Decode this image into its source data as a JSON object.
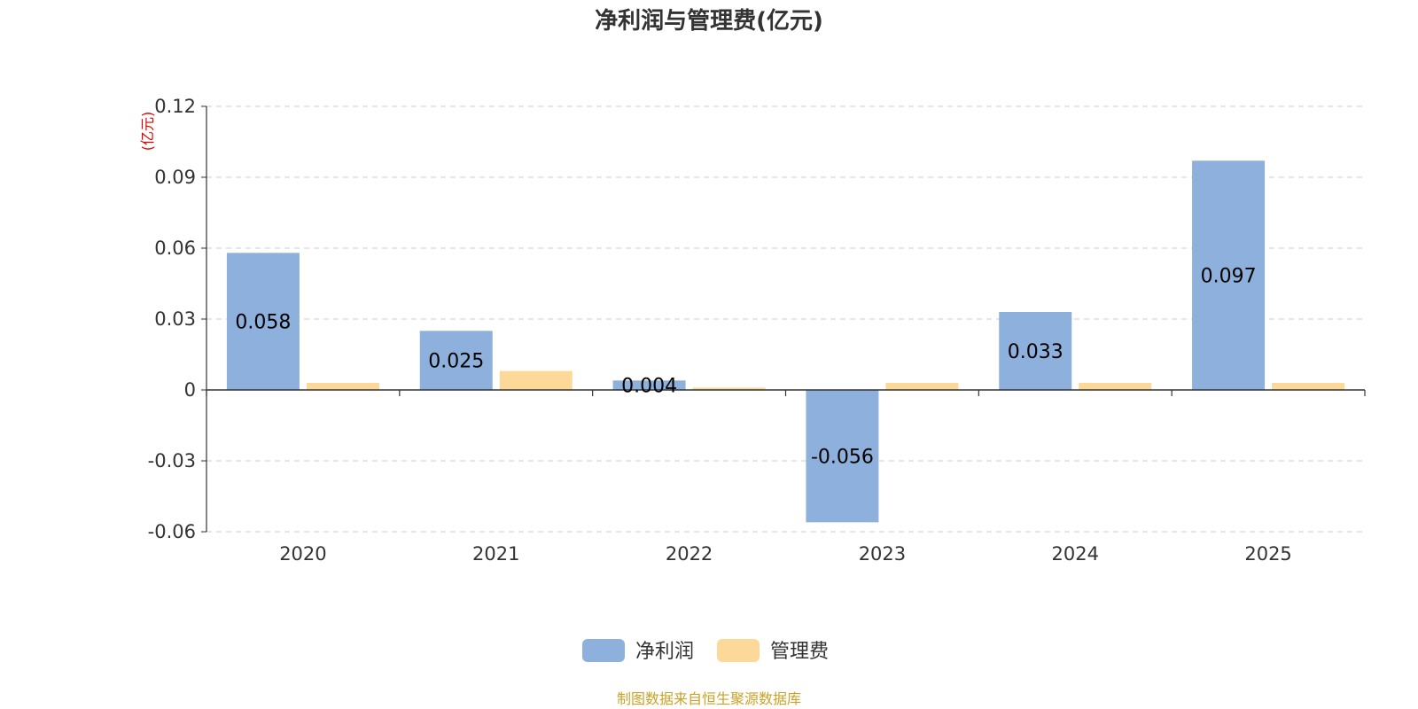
{
  "chart_data": {
    "type": "bar",
    "title": "净利润与管理费(亿元)",
    "unit_label": "(亿元)",
    "categories": [
      "2020",
      "2021",
      "2022",
      "2023",
      "2024",
      "2025"
    ],
    "series": [
      {
        "name": "净利润",
        "values": [
          0.058,
          0.025,
          0.004,
          -0.056,
          0.033,
          0.097
        ],
        "color": "#8eb0dc",
        "data_labels": [
          "0.058",
          "0.025",
          "0.004",
          "-0.056",
          "0.033",
          "0.097"
        ]
      },
      {
        "name": "管理费",
        "values": [
          0.003,
          0.008,
          0.001,
          0.003,
          0.003,
          0.003
        ],
        "color": "#fdd999"
      }
    ],
    "ylim": [
      -0.06,
      0.12
    ],
    "yticks": [
      -0.06,
      -0.03,
      0,
      0.03,
      0.06,
      0.09,
      0.12
    ],
    "ytick_labels": [
      "-0.06",
      "-0.03",
      "0",
      "0.03",
      "0.06",
      "0.09",
      "0.12"
    ],
    "grid": true,
    "legend_position": "bottom-center"
  },
  "footer": {
    "source": "制图数据来自恒生聚源数据库"
  },
  "colors": {
    "title": "#333333",
    "unit": "#e00000",
    "source": "#c9a227",
    "grid": "#cccccc",
    "axis": "#333333"
  }
}
